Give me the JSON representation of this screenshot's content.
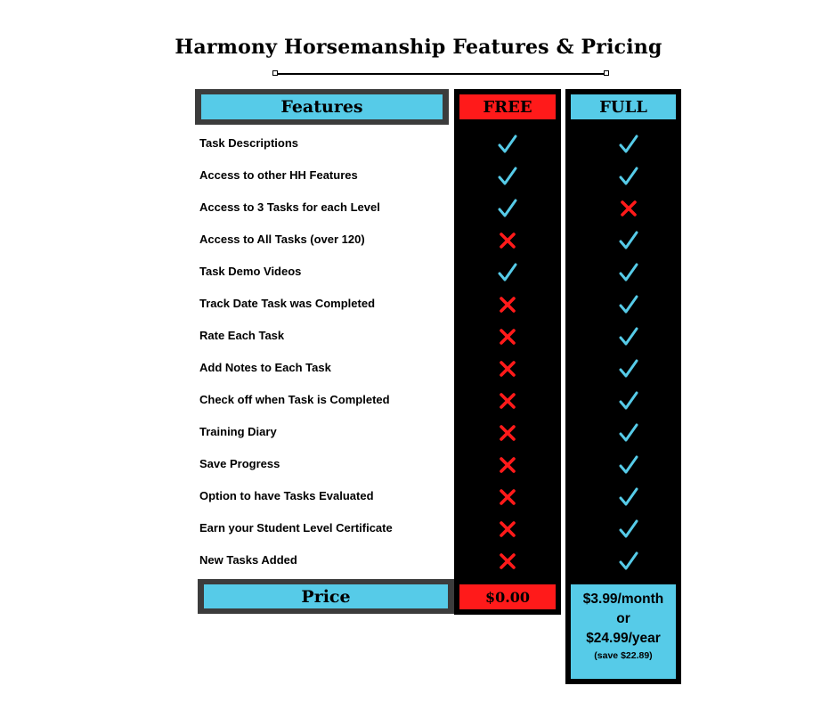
{
  "title": "Harmony Horsemanship Features & Pricing",
  "headers": {
    "features": "Features",
    "free": "FREE",
    "full": "FULL"
  },
  "colors": {
    "accent_blue": "#56cbe8",
    "accent_red": "#ff1a1a",
    "dark": "#000000",
    "frame": "#3c3c3c"
  },
  "rows": [
    {
      "label": "Task Descriptions",
      "free": "check-icon",
      "full": "check-icon"
    },
    {
      "label": "Access to other HH Features",
      "free": "check-icon",
      "full": "check-icon"
    },
    {
      "label": "Access to 3 Tasks for each Level",
      "free": "check-icon",
      "full": "cross-icon"
    },
    {
      "label": "Access to All Tasks (over 120)",
      "free": "cross-icon",
      "full": "check-icon"
    },
    {
      "label": "Task Demo Videos",
      "free": "check-icon",
      "full": "check-icon"
    },
    {
      "label": "Track Date Task was Completed",
      "free": "cross-icon",
      "full": "check-icon"
    },
    {
      "label": "Rate Each Task",
      "free": "cross-icon",
      "full": "check-icon"
    },
    {
      "label": "Add Notes to Each Task",
      "free": "cross-icon",
      "full": "check-icon"
    },
    {
      "label": "Check off when Task is Completed",
      "free": "cross-icon",
      "full": "check-icon"
    },
    {
      "label": "Training Diary",
      "free": "cross-icon",
      "full": "check-icon"
    },
    {
      "label": "Save Progress",
      "free": "cross-icon",
      "full": "check-icon"
    },
    {
      "label": "Option to have Tasks Evaluated",
      "free": "cross-icon",
      "full": "check-icon"
    },
    {
      "label": "Earn your Student Level Certificate",
      "free": "cross-icon",
      "full": "check-icon"
    },
    {
      "label": "New Tasks Added",
      "free": "cross-icon",
      "full": "check-icon"
    }
  ],
  "price": {
    "label": "Price",
    "free": "$0.00",
    "full_monthly": "$3.99/month",
    "full_or": "or",
    "full_yearly": "$24.99/year",
    "full_savings": "(save $22.89)"
  }
}
